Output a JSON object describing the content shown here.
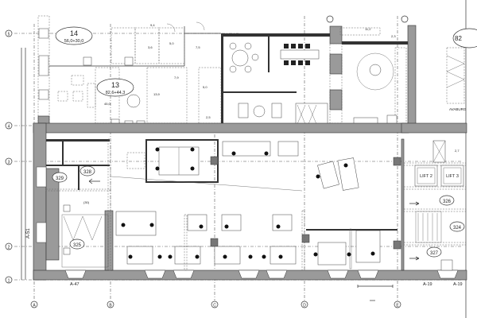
{
  "plan": {
    "rooms_upper": [
      {
        "number": "14",
        "area": "56,0+30,0"
      },
      {
        "number": "13",
        "area": "82,6+44,3"
      }
    ],
    "room_numbers": [
      "329",
      "328",
      "325",
      "326",
      "324",
      "327"
    ],
    "partial_room_number": "82",
    "lifts": [
      "LIFT 2",
      "LIFT 3"
    ],
    "area_labels": [
      "9,4",
      "3,6",
      "5,0",
      "7,5",
      "7,9",
      "13,9",
      "45,0",
      "5,0",
      "2,5",
      "11,2",
      "2,3",
      "2,7"
    ],
    "wall_labels": {
      "left": "A-51",
      "bottom_left": "A-47",
      "bottom_right_1": "A-19",
      "bottom_right_2": "A-19"
    },
    "side_label": "AVABURG",
    "grid_rows": [
      "5",
      "4",
      "3",
      "2",
      "1"
    ],
    "grid_columns": [
      "A",
      "B",
      "C",
      "D",
      "E"
    ]
  }
}
